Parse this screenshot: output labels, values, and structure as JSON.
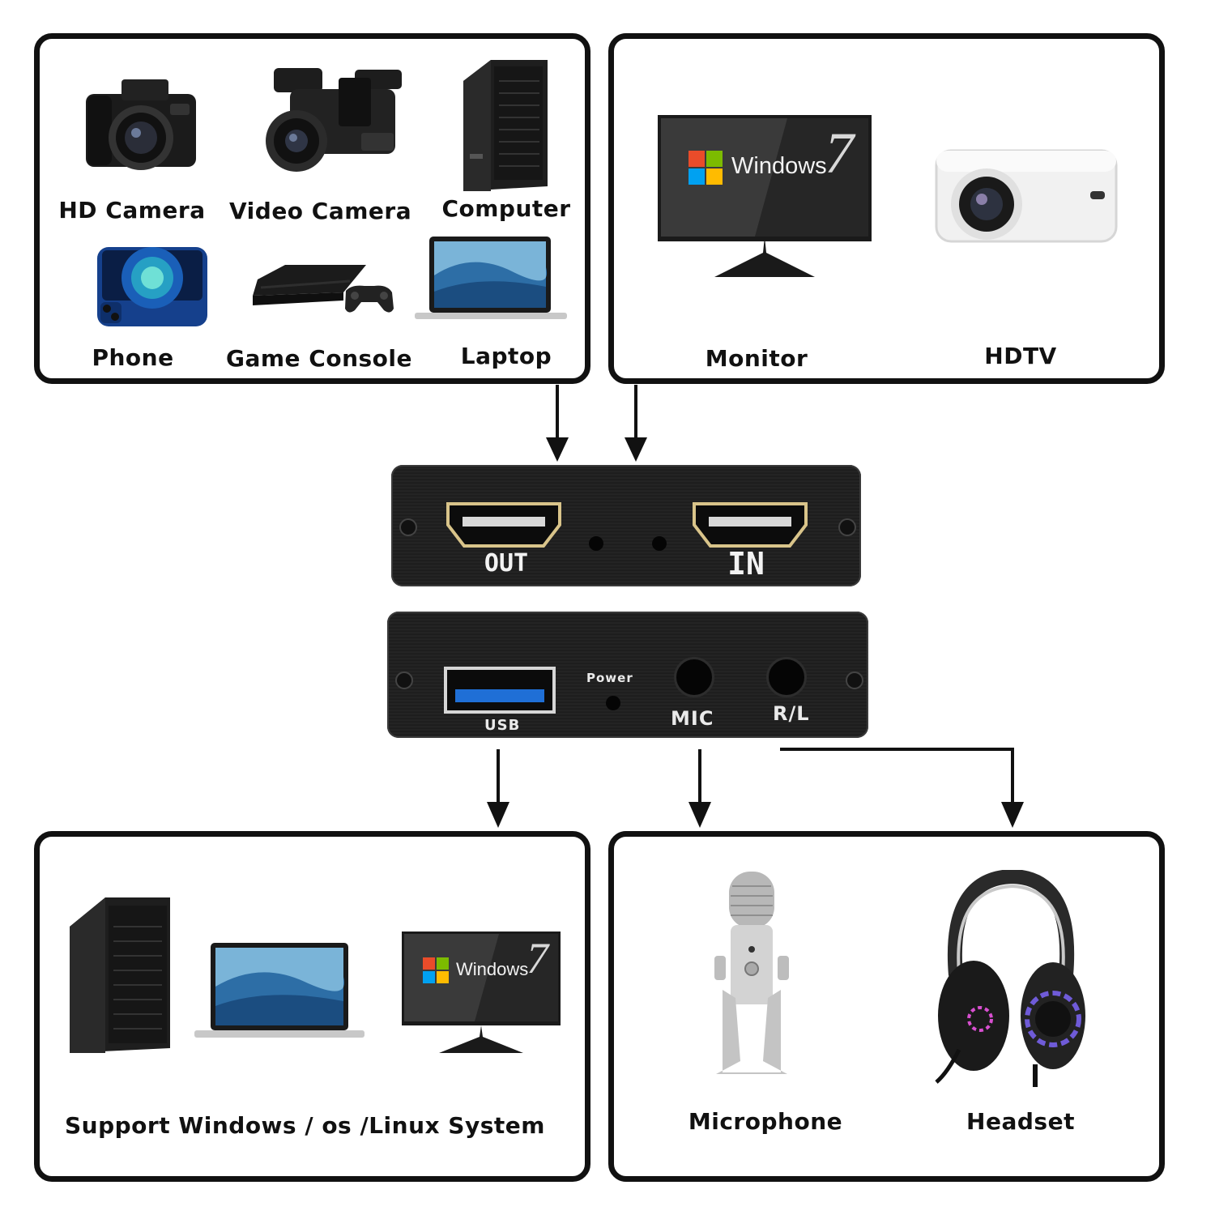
{
  "sources": {
    "items": [
      {
        "label": "HD Camera"
      },
      {
        "label": "Video Camera"
      },
      {
        "label": "Computer"
      },
      {
        "label": "Phone"
      },
      {
        "label": "Game Console"
      },
      {
        "label": "Laptop"
      }
    ]
  },
  "displays": {
    "items": [
      {
        "label": "Monitor"
      },
      {
        "label": "HDTV"
      }
    ],
    "screen_text": "Windows",
    "screen_version": "7"
  },
  "device": {
    "hdmi_out_label": "OUT",
    "hdmi_in_label": "IN",
    "usb_label": "USB",
    "power_label": "Power",
    "mic_label": "MIC",
    "rl_label": "R/L"
  },
  "systems": {
    "caption": "Support Windows / os /Linux System",
    "screen_text": "Windows",
    "screen_version": "7"
  },
  "audio": {
    "items": [
      {
        "label": "Microphone"
      },
      {
        "label": "Headset"
      }
    ]
  },
  "colors": {
    "usb_blue": "#1f6fd6",
    "hdmi_gold": "#d9c48a",
    "frame": "#111111"
  }
}
